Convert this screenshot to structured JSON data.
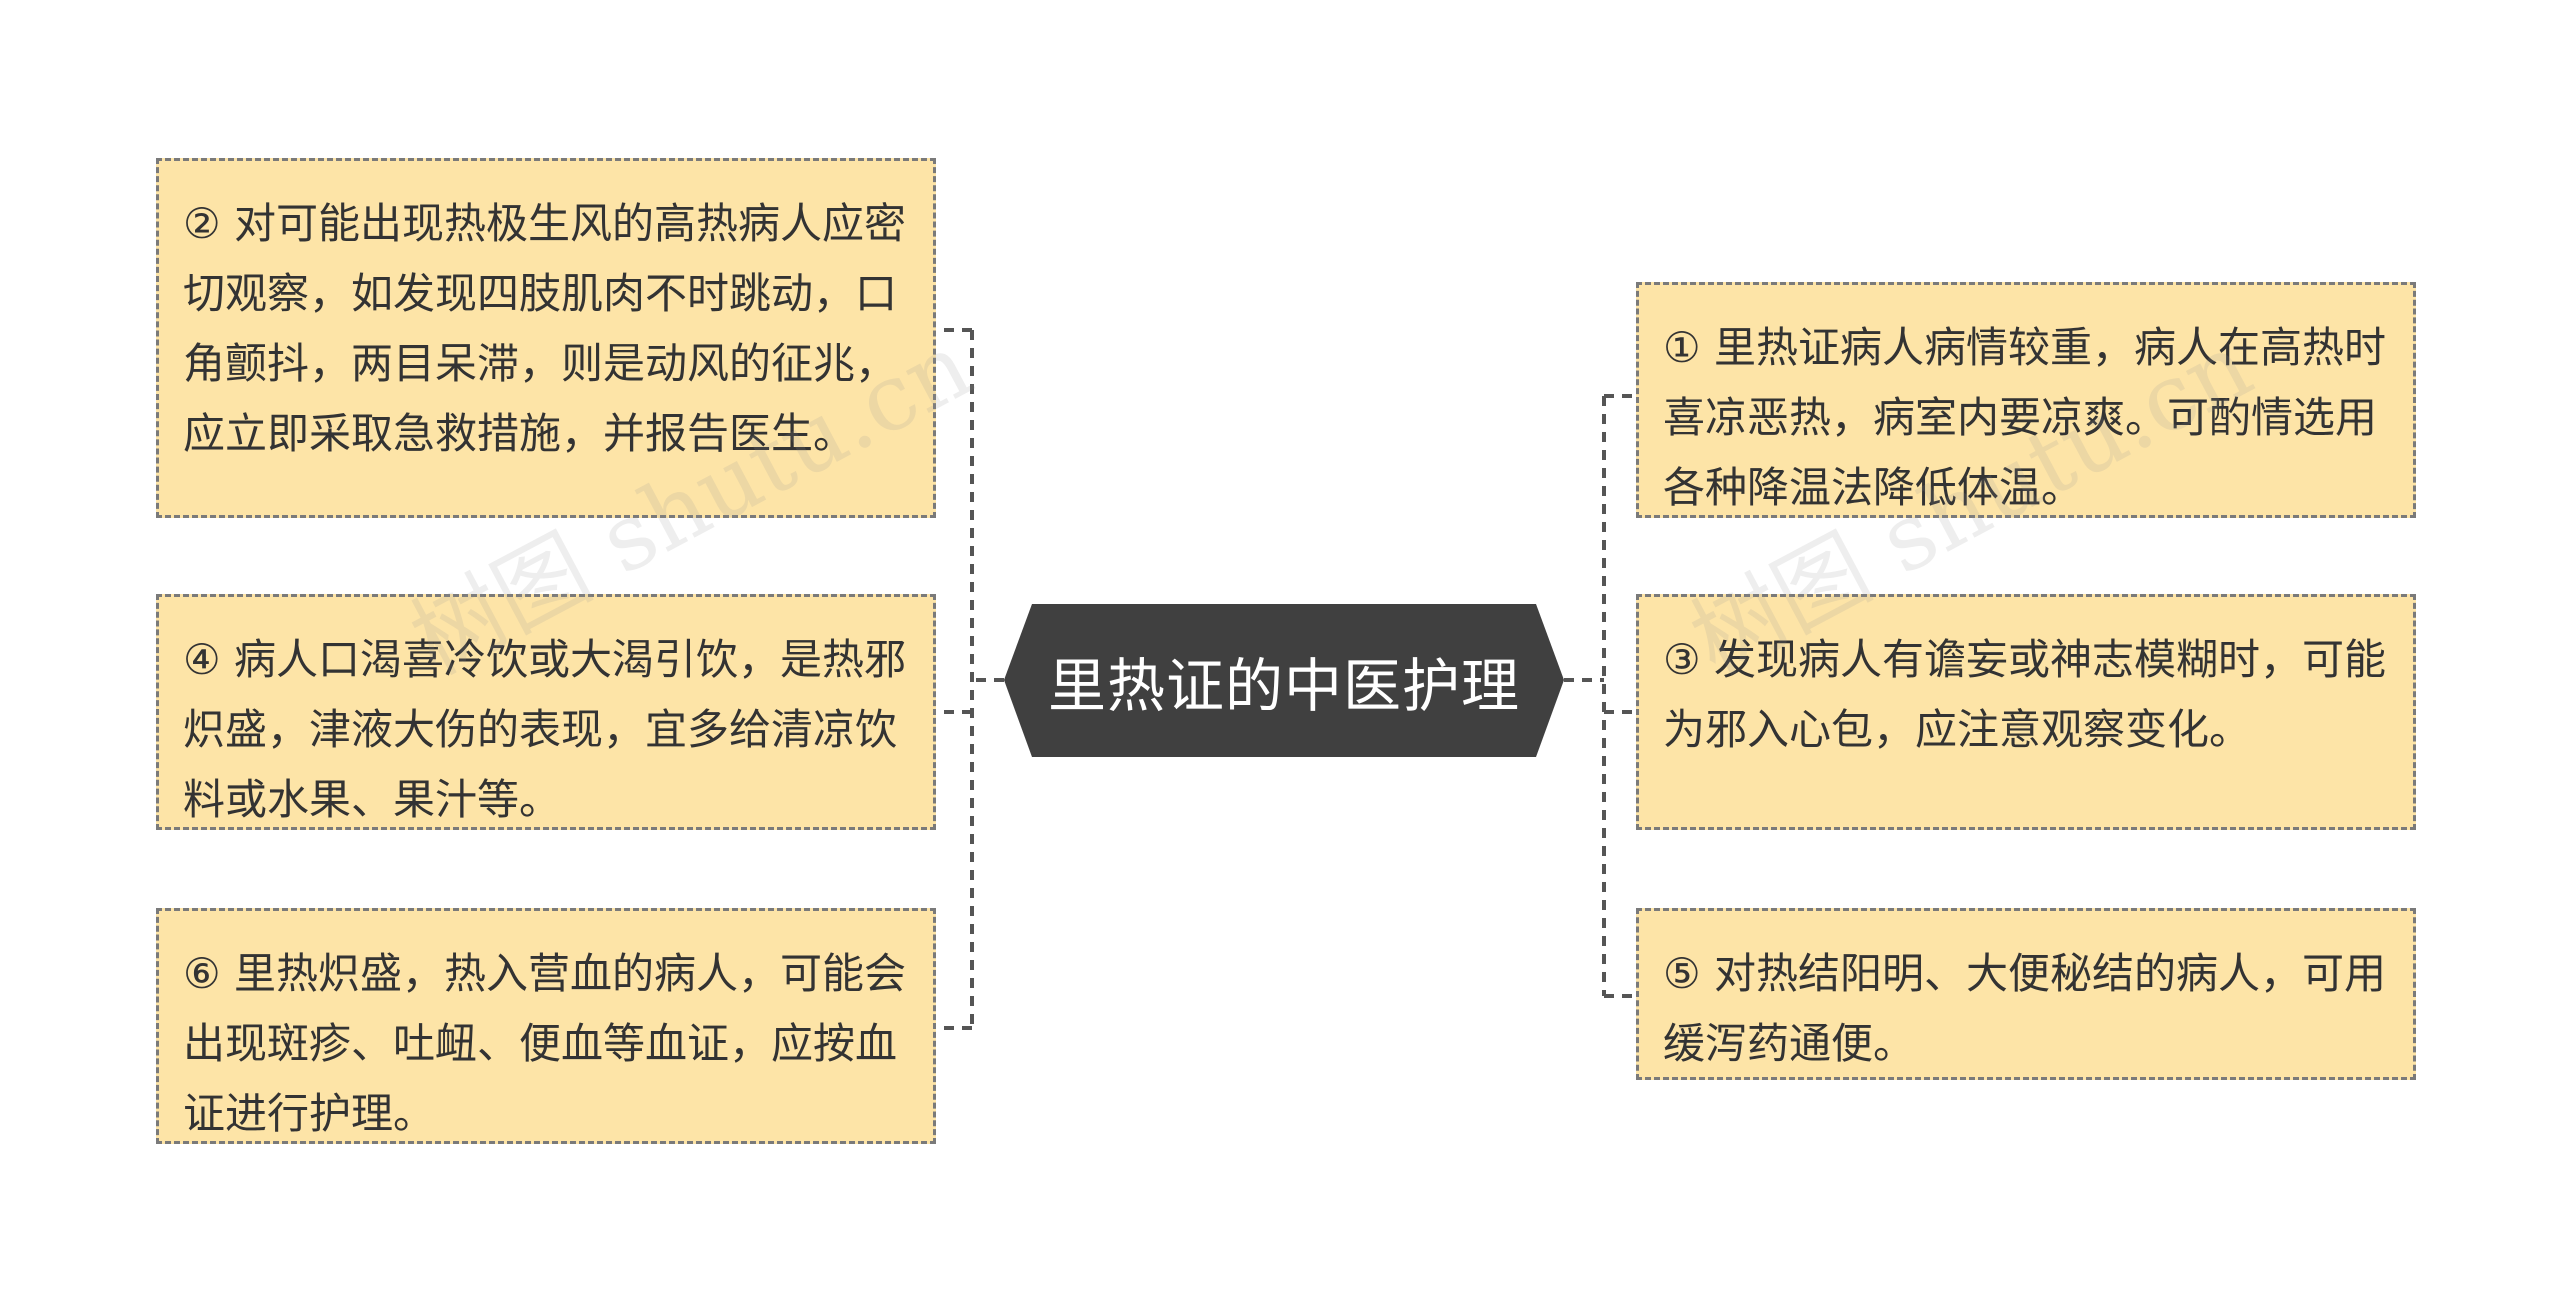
{
  "center": {
    "title": "里热证的中医护理"
  },
  "left_nodes": [
    {
      "id": "2",
      "text": "② 对可能出现热极生风的高热病人应密切观察，如发现四肢肌肉不时跳动，口角颤抖，两目呆滞，则是动风的征兆，应立即采取急救措施，并报告医生。"
    },
    {
      "id": "4",
      "text": "④ 病人口渴喜冷饮或大渴引饮，是热邪炽盛，津液大伤的表现，宜多给清凉饮料或水果、果汁等。"
    },
    {
      "id": "6",
      "text": "⑥ 里热炽盛，热入营血的病人，可能会出现斑疹、吐衄、便血等血证，应按血证进行护理。"
    }
  ],
  "right_nodes": [
    {
      "id": "1",
      "text": "① 里热证病人病情较重，病人在高热时喜凉恶热，病室内要凉爽。可酌情选用各种降温法降低体温。"
    },
    {
      "id": "3",
      "text": "③ 发现病人有谵妄或神志模糊时，可能为邪入心包，应注意观察变化。"
    },
    {
      "id": "5",
      "text": "⑤ 对热结阳明、大便秘结的病人，可用缓泻药通便。"
    }
  ],
  "watermark": {
    "text": "树图 shutu.cn"
  },
  "colors": {
    "center_bg": "#404040",
    "leaf_bg": "#fde4a7",
    "leaf_border": "#7a7a7a",
    "connector": "#555555"
  }
}
